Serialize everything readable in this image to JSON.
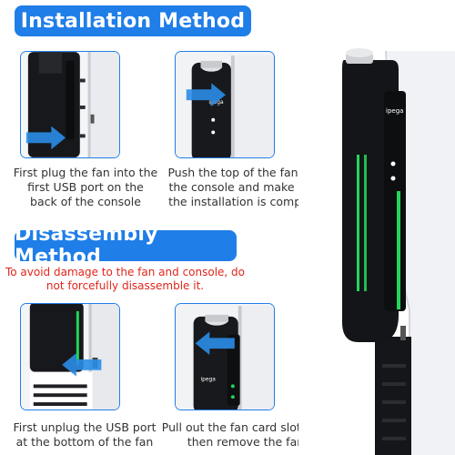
{
  "install": {
    "title": "Installation Method",
    "step1": "First plug the fan into the first USB port on the back of the console",
    "step2": "Push the top of the fan into the console and make sure the installation is complete"
  },
  "disassembly": {
    "title": "Disassembly Method",
    "warning": "To avoid damage to the fan and console, do not forcefully disassemble it.",
    "step1": "First unplug the USB port at the bottom of the fan",
    "step2": "Pull out the fan card slot, and then remove the fan"
  },
  "product": {
    "brand_logo": "ipega"
  },
  "colors": {
    "accent_blue": "#1f7ee8",
    "warning_red": "#e0251b",
    "led_green": "#22d65a",
    "arrow_blue": "#2a8de8"
  },
  "icons": [
    "arrow-right-icon",
    "arrow-left-icon",
    "fan-icon",
    "led-strip"
  ]
}
